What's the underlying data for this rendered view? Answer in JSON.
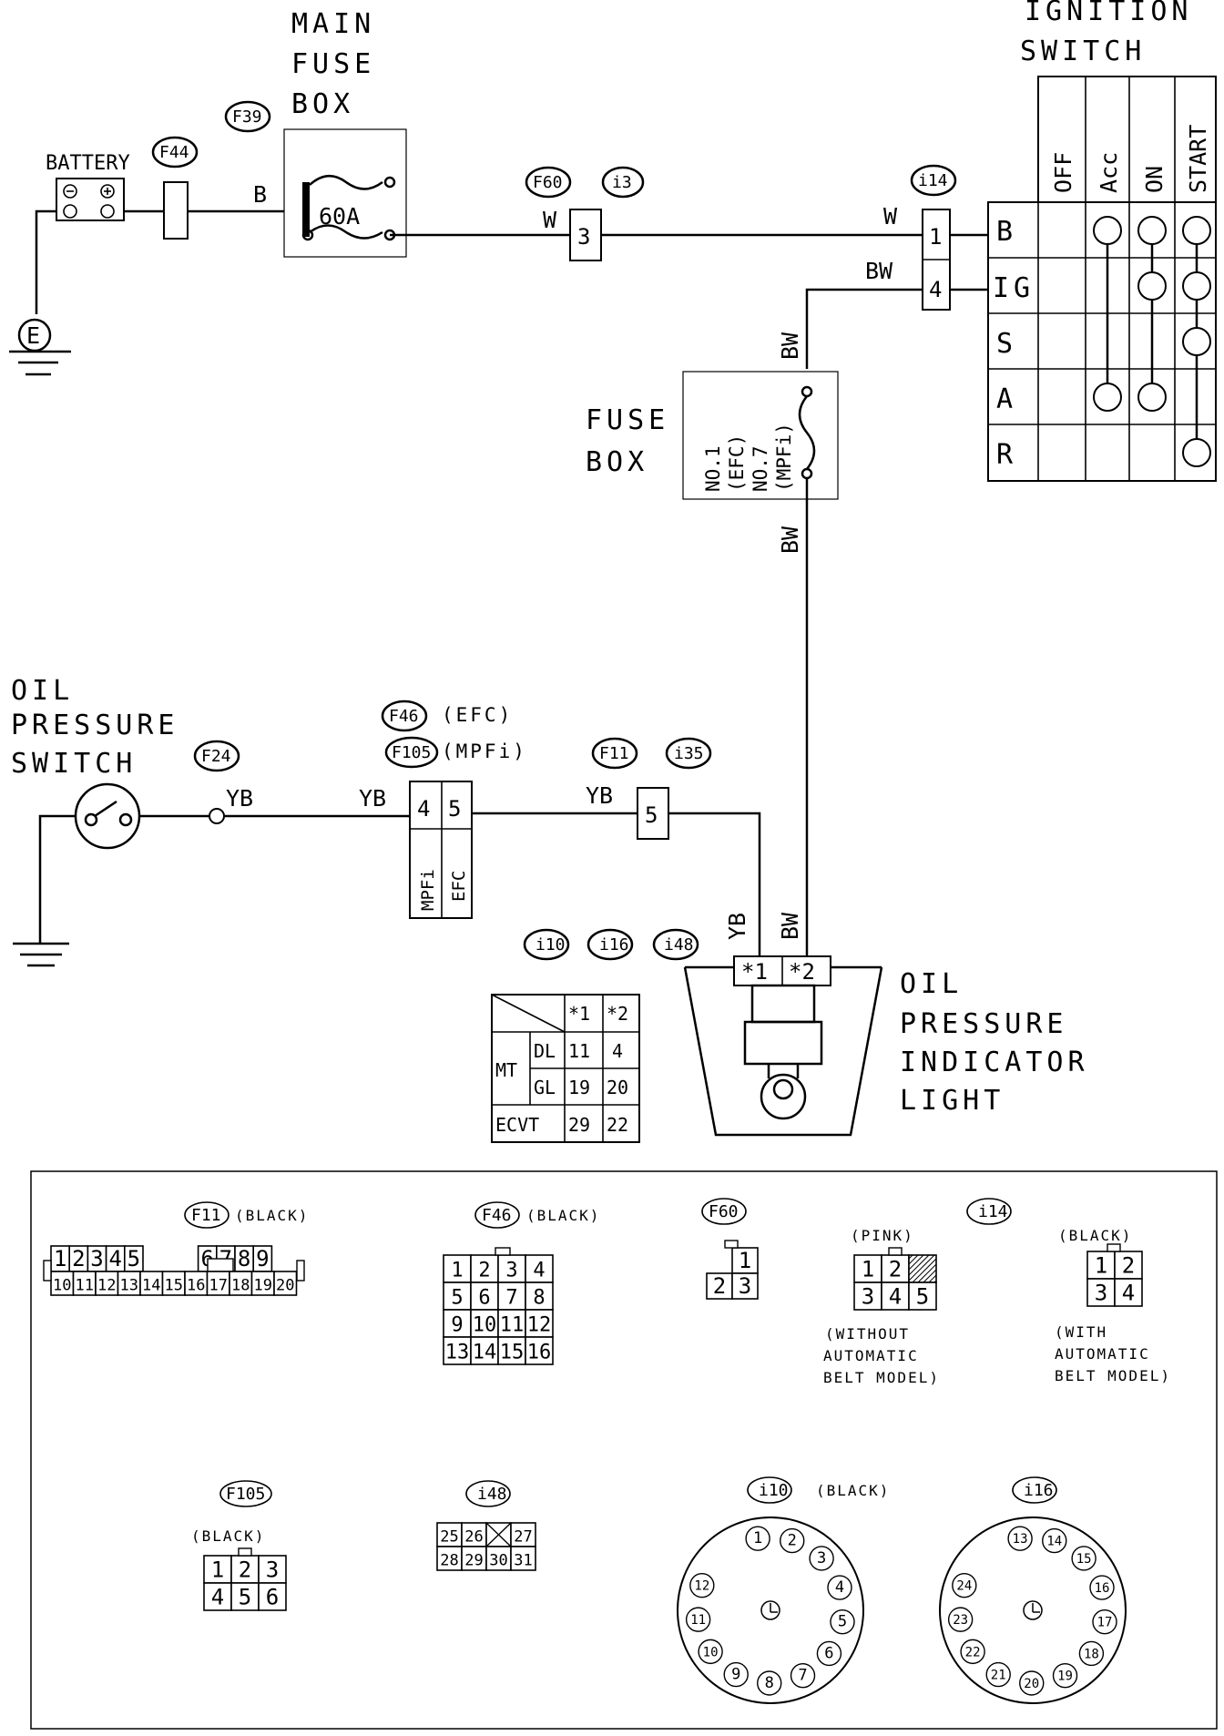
{
  "labels": {
    "main_fuse_box": [
      "MAIN",
      "FUSE",
      "BOX"
    ],
    "ignition_switch": [
      "IGNITION",
      "SWITCH"
    ],
    "battery": "BATTERY",
    "fuse_60a": "60A",
    "ground_e": "E",
    "fuse_box": [
      "FUSE",
      "BOX"
    ],
    "fuse_box_fuses": [
      "NO.1",
      "(EFC)",
      "NO.7",
      "(MPFi)"
    ],
    "oil_pressure_switch": [
      "OIL",
      "PRESSURE",
      "SWITCH"
    ],
    "oil_pressure_light": [
      "OIL",
      "PRESSURE",
      "INDICATOR",
      "LIGHT"
    ],
    "efc_tag": "(EFC)",
    "mpfi_tag": "(MPFi)",
    "mpfi_vert": "MPFi",
    "efc_vert": "EFC"
  },
  "connectors": {
    "f39": "F39",
    "f44": "F44",
    "f60": "F60",
    "i3": "i3",
    "i14": "i14",
    "f24": "F24",
    "f46": "F46",
    "f105": "F105",
    "f11": "F11",
    "i35": "i35",
    "i10": "i10",
    "i16": "i16",
    "i48": "i48"
  },
  "wires": {
    "b": "B",
    "w1": "W",
    "w2": "W",
    "bw1": "BW",
    "bw2": "BW",
    "bw3": "BW",
    "bw4": "BW",
    "yb1": "YB",
    "yb2": "YB",
    "yb3": "YB",
    "yb4": "YB"
  },
  "pins": {
    "f60_pin": "3",
    "i14_pin1": "1",
    "i14_pin4": "4",
    "f46_pin": "4",
    "f105_pin": "5",
    "f11_pin": "5",
    "light_p1": "*1",
    "light_p2": "*2"
  },
  "ignition": {
    "positions": [
      "OFF",
      "Acc",
      "ON",
      "START"
    ],
    "terminals": [
      "B",
      "IG",
      "S",
      "A",
      "R"
    ]
  },
  "pin_table": {
    "headers": [
      "*1",
      "*2"
    ],
    "group": "MT",
    "rows": [
      {
        "label": "DL",
        "v1": "11",
        "v2": "4"
      },
      {
        "label": "GL",
        "v1": "19",
        "v2": "20"
      },
      {
        "label": "ECVT",
        "v1": "29",
        "v2": "22"
      }
    ]
  },
  "connector_views": {
    "f11": {
      "name": "F11",
      "color": "(BLACK)"
    },
    "f46": {
      "name": "F46",
      "color": "(BLACK)"
    },
    "f60": {
      "name": "F60"
    },
    "i14": {
      "name": "i14",
      "pink": "(PINK)",
      "black": "(BLACK)",
      "without": [
        "(WITHOUT",
        "AUTOMATIC",
        "BELT MODEL)"
      ],
      "with": [
        "(WITH",
        "AUTOMATIC",
        "BELT MODEL)"
      ]
    },
    "f105": {
      "name": "F105",
      "color": "(BLACK)"
    },
    "i48": {
      "name": "i48"
    },
    "i10": {
      "name": "i10",
      "color": "(BLACK)"
    },
    "i16": {
      "name": "i16"
    }
  }
}
